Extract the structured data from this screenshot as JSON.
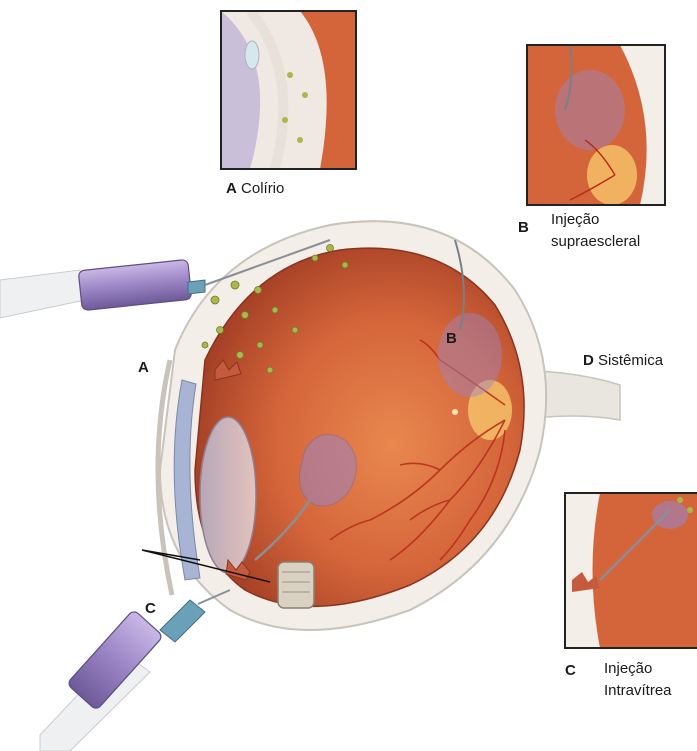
{
  "insets": {
    "a": {
      "letter": "A",
      "label": "Colírio"
    },
    "b": {
      "letter": "B",
      "line1": "Injeção",
      "line2": "supraescleral"
    },
    "c": {
      "letter": "C",
      "line1": "Injeção",
      "line2": "Intravítrea"
    }
  },
  "main": {
    "label_a": "A",
    "label_b": "B",
    "label_c": "C",
    "systemic": {
      "letter": "D",
      "label": "Sistêmica"
    }
  },
  "colors": {
    "retina": "#d4653a",
    "vessel": "#b82a1a",
    "sclera": "#f3eee8",
    "syringe_fluid": "#9b84c4",
    "needle_hub": "#6aa0b8",
    "drug_particles": "#a8b84a"
  }
}
